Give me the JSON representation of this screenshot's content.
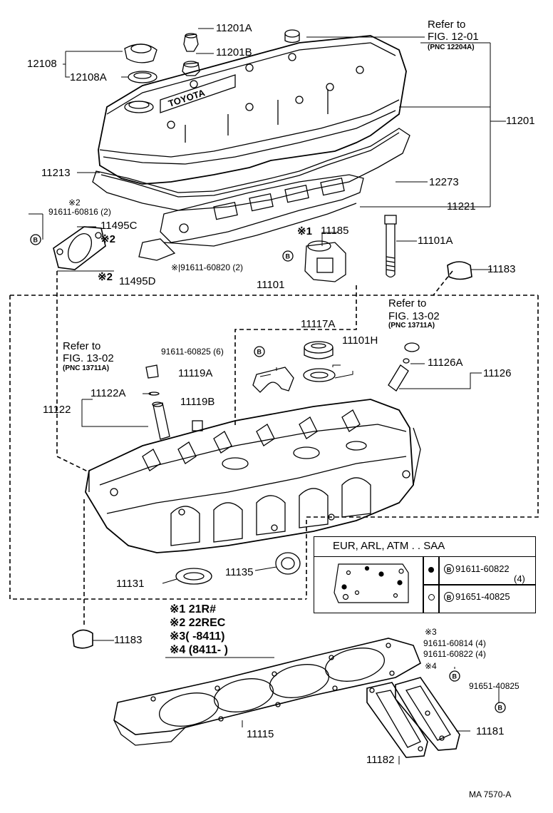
{
  "labels": {
    "p11201A": "11201A",
    "p11201B": "11201B",
    "p12108": "12108",
    "p12108A": "12108A",
    "refer1_a": "Refer to",
    "refer1_b": "FIG. 12-01",
    "refer1_c": "(PNC 12204A)",
    "p11201": "11201",
    "p11213": "11213",
    "p12273": "12273",
    "p11221": "11221",
    "star2_a": "※2",
    "bolt_a": "91611-60816 (2)",
    "p11495C": "11495C",
    "star2_b": "※2",
    "star2_c": "※2",
    "p11495D": "11495D",
    "star1_a": "※1",
    "p111185": "11185",
    "bolt_b": "※|91611-60820 (2)",
    "p11101A": "11101A",
    "p11183_top": "11183",
    "p11101": "11101",
    "refer2_a": "Refer to",
    "refer2_b": "FIG. 13-02",
    "refer2_c": "(PNC 13711A)",
    "p11117A": "11117A",
    "p11101H": "11101H",
    "refer3_a": "Refer to",
    "refer3_b": "FIG. 13-02",
    "refer3_c": "(PNC 13711A)",
    "bolt_c": "91611-60825 (6)",
    "p11126A": "11126A",
    "p11126": "11126",
    "p11119A": "11119A",
    "p11122A": "11122A",
    "p11122": "11122",
    "p11119B": "11119B",
    "p11131": "11131",
    "p11135": "11135",
    "p11183_bot": "11183",
    "p11115": "11115",
    "p11182": "11182",
    "p11181": "11181",
    "bolt_d_star": "※3",
    "bolt_d1": "91611-60814 (4)",
    "bolt_d2": "91611-60822 (4)",
    "bolt_d_star4": "※4",
    "bolt_e": "91651-40825",
    "footer": "MA 7570-A"
  },
  "notes": {
    "n1": "※1 21R#",
    "n2": "※2 22REC",
    "n3": "※3(      -8411)",
    "n4": "※4 (8411-      )"
  },
  "legend": {
    "title": "EUR, ARL, ATM . . SAA",
    "bolt_letter": "B",
    "row1_part": "91611-60822",
    "row1_qty": "(4)",
    "row2_part": "91651-40825"
  }
}
